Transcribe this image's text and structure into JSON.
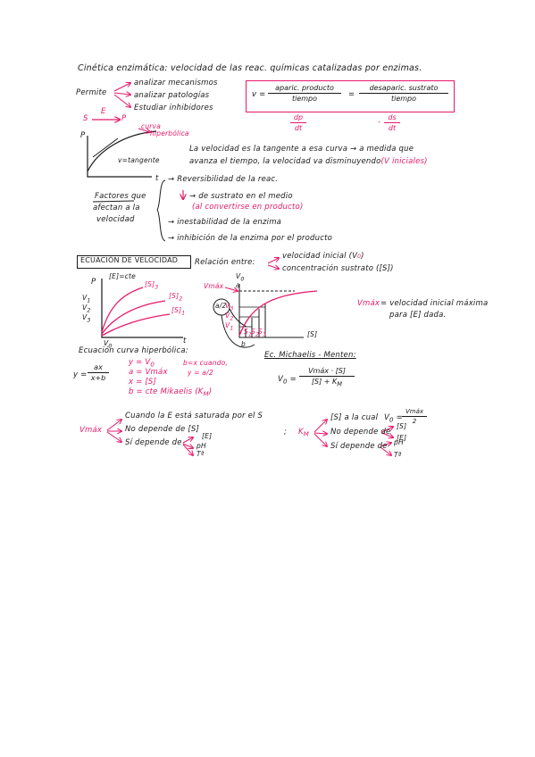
{
  "title": "Cinética enzimática: velocidad de las reac. químicas catalizadas por enzimas.",
  "permite": {
    "label": "Permite",
    "items": [
      "analizar mecanismos",
      "analizar patologías",
      "Estudiar inhibidores"
    ]
  },
  "reaction": {
    "S": "S",
    "E": "E",
    "P": "P"
  },
  "velocity_formula": {
    "v": "v =",
    "num1": "aparic. producto",
    "den1": "tiempo",
    "eq": "=",
    "num2": "desaparic. sustrato",
    "den2": "tiempo",
    "dp": "dp",
    "dt1": "dt",
    "neg": "-",
    "ds": "ds",
    "dt2": "dt"
  },
  "graph1": {
    "p": "P",
    "t": "t",
    "curva": "curva",
    "hiperbolica": "hiperbólica",
    "tangente": "v=tangente"
  },
  "tangente_text": {
    "line1": "La velocidad es la tangente a esa curva → a medida que",
    "line2a": "avanza el tiempo, la velocidad va disminuyendo",
    "line2b": "(V iniciales)"
  },
  "factores": {
    "label1": "Factores que",
    "label2": "afectan a la",
    "label3": "velocidad",
    "items": [
      "→ Reversibilidad de la reac.",
      "→ de sustrato en el medio",
      "(al convertirse en producto)",
      "→ inestabilidad de la enzima",
      "→ inhibición de la enzima por el producto"
    ]
  },
  "ecuacion_velocidad": {
    "header": "ECUACIÓN DE VELOCIDAD",
    "relacion": "Relación entre:",
    "r1": "velocidad inicial (V",
    "r1b": ")",
    "r2": "concentración sustrato ([S])"
  },
  "graph2": {
    "p": "P",
    "t": "t",
    "E": "[E]=cte",
    "s3": "[S]",
    "s3sub": "3",
    "s2": "[S]",
    "s2sub": "2",
    "s1": "[S]",
    "s1sub": "1",
    "v1": "V",
    "v2": "V",
    "v3": "V",
    "v0": "V",
    "sub0": "0",
    "sub1": "1",
    "sub2": "2",
    "sub3": "3"
  },
  "graph3": {
    "vmax": "Vmáx",
    "v0axis": "V",
    "v0axis_sub": "0",
    "a": "a",
    "v3": "V",
    "v2": "V",
    "v1": "V",
    "half": "a/2",
    "b": "b",
    "s": "[S]",
    "s1": "S",
    "s2": "S",
    "s3": "S",
    "sub1": "1",
    "sub2": "2",
    "sub3": "3"
  },
  "vmax_def": {
    "label": "Vmáx",
    "eq": "= velocidad inicial máxima",
    "line2": "para [E] dada."
  },
  "ecuacion_hiperbolica": {
    "header": "Ecuación curva hiperbólica:",
    "y": "y =",
    "num": "ax",
    "den": "x+b",
    "l1": "y = V",
    "l1sub": "0",
    "l2": "a = Vmáx",
    "l3": "x = [S]",
    "l4a": "b = cte Mikaelis",
    "l4b": "(K",
    "l4c": ")",
    "kmsub": "M",
    "c1": "b=x cuando,",
    "c2": "y = a/2"
  },
  "michaelis": {
    "header": "Ec. Michaelis - Menten:",
    "lhs": "V",
    "lhs_sub": "0",
    "eq": "=",
    "num": "Vmáx · [S]",
    "den": "[S] + K",
    "den_sub": "M"
  },
  "vmax_branch": {
    "label": "Vmáx",
    "b1": "Cuando la E está saturada por el S",
    "b2": "No depende de [S]",
    "b2b": "[E]",
    "b3": "Sí depende de",
    "b3a": "pH",
    "b3b": "Tª"
  },
  "km_branch": {
    "label": "K",
    "label_sub": "M",
    "b1": "[S] a la cual",
    "b1f": "V",
    "b1fsub": "0",
    "b1eq": "=",
    "b1num": "Vmáx",
    "b1den": "2",
    "b2": "No depende de",
    "b2a": "[S]",
    "b2b": "[E]",
    "b3": "Sí depende de",
    "b3a": "pH",
    "b3b": "Tª",
    "semicolon": ";"
  },
  "colors": {
    "accent": "#e5196b",
    "ink": "#1a1a1a"
  }
}
